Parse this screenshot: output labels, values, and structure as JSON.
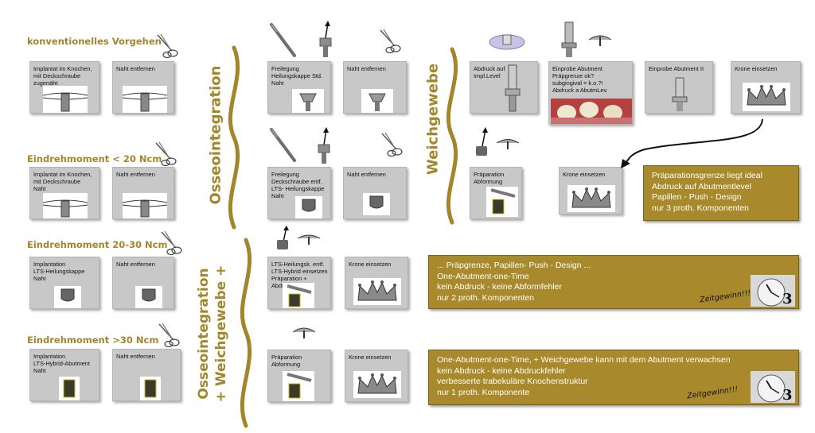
{
  "rows": [
    {
      "title": "konventionelles Vorgehen"
    },
    {
      "title": "Eindrehmoment  < 20 Ncm"
    },
    {
      "title": "Eindrehmoment 20-30 Ncm"
    },
    {
      "title": "Eindrehmoment >30 Ncm"
    }
  ],
  "phases": {
    "osseo": "Osseointegration",
    "osseo_weich_1": "Osseointegration",
    "osseo_weich_2": "+ Weichgewebe +",
    "weich": "Weichgewebe"
  },
  "boxes": {
    "r1_implant": "Implantat im Knochen,\nmit Deckschraube\nzugenäht",
    "r1_naht": "Naht entfernen",
    "r1_freilegung": "Freilegung\nHeilungskappe Std.\nNaht",
    "r1_naht2": "Naht entfernen",
    "r1_abdruck": "Abdruck auf\nImpl.Level",
    "r1_einprobe": "Einprobe Abutment\nPräpgrenze ok?\nsubgingival = k.o.?!\nAbdruck a AbutmLev.",
    "r1_einprobe2": "Einprobe Abutment II",
    "r1_krone": "Krone einsetzen",
    "r2_implant": "Implantat im Knochen,\nmit Deckschraube\nNaht",
    "r2_naht": "Naht entfernen",
    "r2_freilegung": "Freilegung\nDeckschraube entf.\nLTS- Heilungskappe\nNaht",
    "r2_naht2": "Naht entfernen",
    "r2_praep": "Präparation\nAbformung",
    "r2_krone": "Krone einsetzen",
    "r3_implant": "Implantation\nLTS-Heilungskappe\nNaht",
    "r3_naht": "Naht entfernen",
    "r3_lts": "LTS-Heilungsk. entf.\nLTS-Hybrid einsetzen\nPräparation + Abdruck",
    "r3_krone": "Krone einsetzen",
    "r4_implant": "Implantation\nLTS-Hybrid-Abutment\nNaht",
    "r4_naht": "Naht entfernen",
    "r4_praep": "Präparation\nAbformung",
    "r4_krone": "Krone einsetzen"
  },
  "goldboxes": {
    "g1": "Präparationsgrenze liegt ideal\nAbdruck auf Abutmentlevel\nPapillen - Push - Design\nnur 3 proth. Komponenten",
    "g2": "... Präpgrenze, Papillen- Push - Design ...\nOne-Abutment-one-Time\nkein Abdruck - keine Abformfehler\nnur 2 proth. Komponenten",
    "g3": "One-Abutment-one-Time,  + Weichgewebe kann mit dem Abutment verwachsen\nkein Abdruck - keine Abdruckfehler\nverbesserte trabekuläre Knochenstruktur\nnur 1 proth. Komponente",
    "zeit": "Zeitgewinn!!!",
    "clock_number": "3"
  },
  "colors": {
    "gold": "#a88a2c",
    "title_gold": "#a3852a",
    "box_grey": "#c8c8c8"
  }
}
